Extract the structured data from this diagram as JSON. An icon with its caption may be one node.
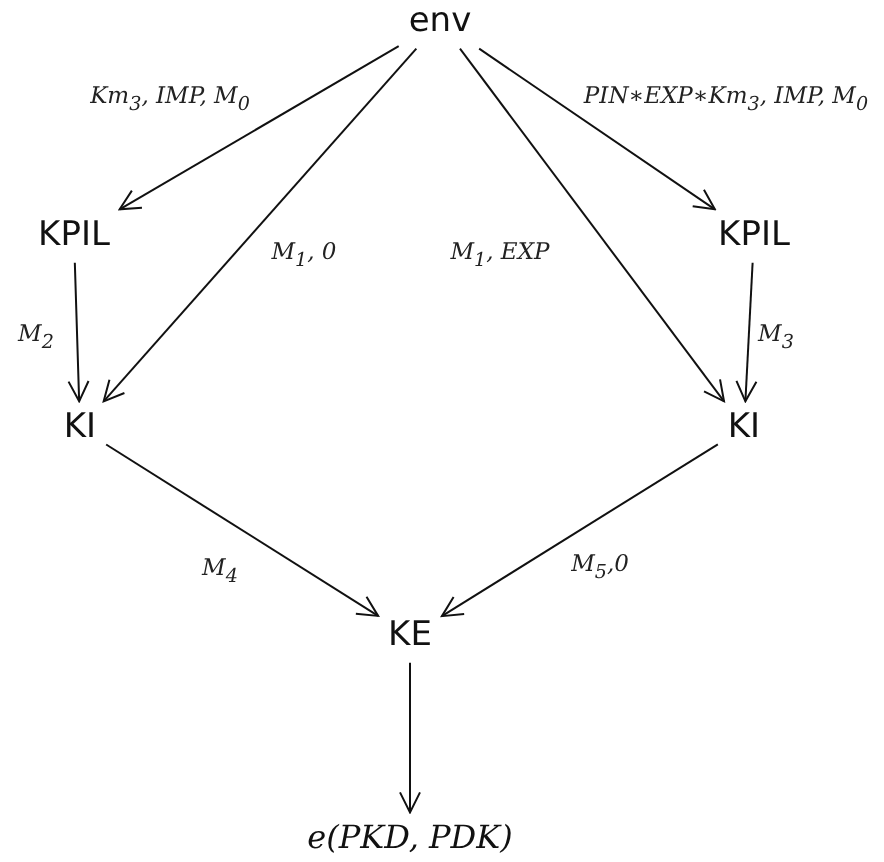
{
  "diagram": {
    "nodes": [
      {
        "text": [
          "env"
        ]
      },
      {
        "text": [
          "KPIL"
        ]
      },
      {
        "text": [
          "KPIL"
        ]
      },
      {
        "text": [
          "KI"
        ]
      },
      {
        "text": [
          "KI"
        ]
      },
      {
        "text": [
          "KE"
        ]
      },
      {
        "text": [
          "e(PKD, PDK)"
        ]
      }
    ],
    "edges": [
      {
        "from": 0,
        "to": 1,
        "arrow": "to",
        "label": "Km$_{3}$, IMP, M$_{0}$"
      },
      {
        "from": 0,
        "to": 3,
        "arrow": "to",
        "label": "M$_{1}$, 0"
      },
      {
        "from": 0,
        "to": 4,
        "arrow": "to",
        "label": "M$_{1}$, EXP"
      },
      {
        "from": 0,
        "to": 2,
        "arrow": "to",
        "label": "PIN∗EXP∗Km$_{3}$, IMP, M$_{0}$"
      },
      {
        "from": 1,
        "to": 3,
        "arrow": "to",
        "label": "M$_{2}$"
      },
      {
        "from": 2,
        "to": 4,
        "arrow": "to",
        "label": "M$_{3}$"
      },
      {
        "from": 3,
        "to": 5,
        "arrow": "to",
        "label": "M$_{4}$"
      },
      {
        "from": 4,
        "to": 5,
        "arrow": "to",
        "label": "M$_{5}$,0"
      },
      {
        "from": 5,
        "to": 6,
        "arrow": "to"
      }
    ]
  }
}
